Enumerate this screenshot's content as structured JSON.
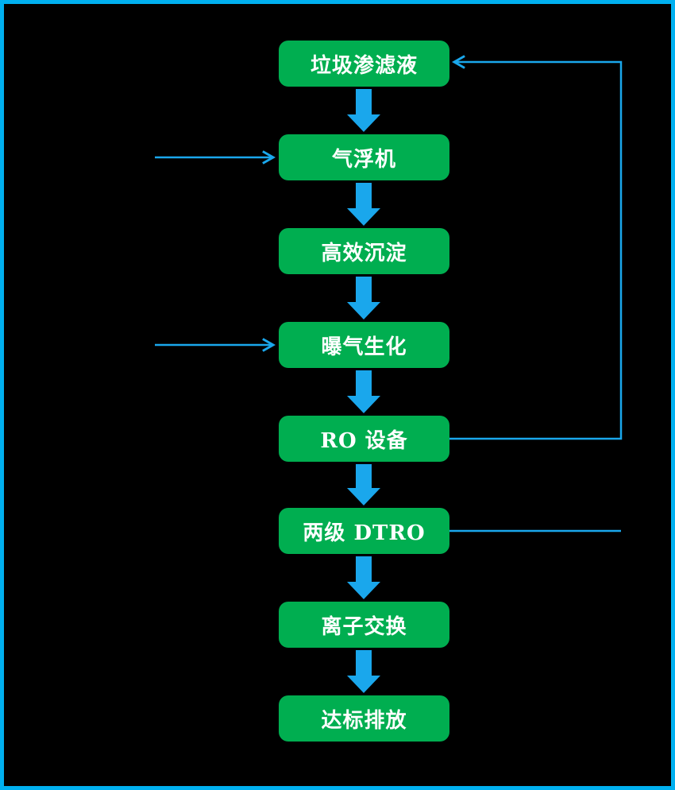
{
  "diagram": {
    "type": "flowchart",
    "nodes": [
      {
        "id": "leachate",
        "label": "垃圾渗滤液"
      },
      {
        "id": "air-flotation",
        "label": "气浮机"
      },
      {
        "id": "sedimentation",
        "label": "高效沉淀"
      },
      {
        "id": "aeration-bio",
        "label": "曝气生化"
      },
      {
        "id": "ro-equipment",
        "label": "RO 设备"
      },
      {
        "id": "two-stage-dtro",
        "label": "两级 DTRO"
      },
      {
        "id": "ion-exchange",
        "label": "离子交换"
      },
      {
        "id": "discharge",
        "label": "达标排放"
      }
    ],
    "edges": [
      {
        "from": "leachate",
        "to": "air-flotation",
        "style": "block-arrow"
      },
      {
        "from": "air-flotation",
        "to": "sedimentation",
        "style": "block-arrow"
      },
      {
        "from": "sedimentation",
        "to": "aeration-bio",
        "style": "block-arrow"
      },
      {
        "from": "aeration-bio",
        "to": "ro-equipment",
        "style": "block-arrow"
      },
      {
        "from": "ro-equipment",
        "to": "two-stage-dtro",
        "style": "block-arrow"
      },
      {
        "from": "two-stage-dtro",
        "to": "ion-exchange",
        "style": "block-arrow"
      },
      {
        "from": "ion-exchange",
        "to": "discharge",
        "style": "block-arrow"
      },
      {
        "from": "external-left",
        "to": "air-flotation",
        "style": "thin-arrow"
      },
      {
        "from": "external-left",
        "to": "aeration-bio",
        "style": "thin-arrow"
      },
      {
        "from": "ro-equipment",
        "to": "leachate",
        "style": "thin-arrow-feedback"
      },
      {
        "from": "two-stage-dtro",
        "to": "leachate",
        "style": "thin-arrow-feedback"
      }
    ],
    "colors": {
      "node_fill": "#00AE50",
      "node_text": "#FFFFFF",
      "arrow_blue": "#1AA7EC",
      "border_blue": "#00B0F0",
      "background": "#000000"
    }
  }
}
